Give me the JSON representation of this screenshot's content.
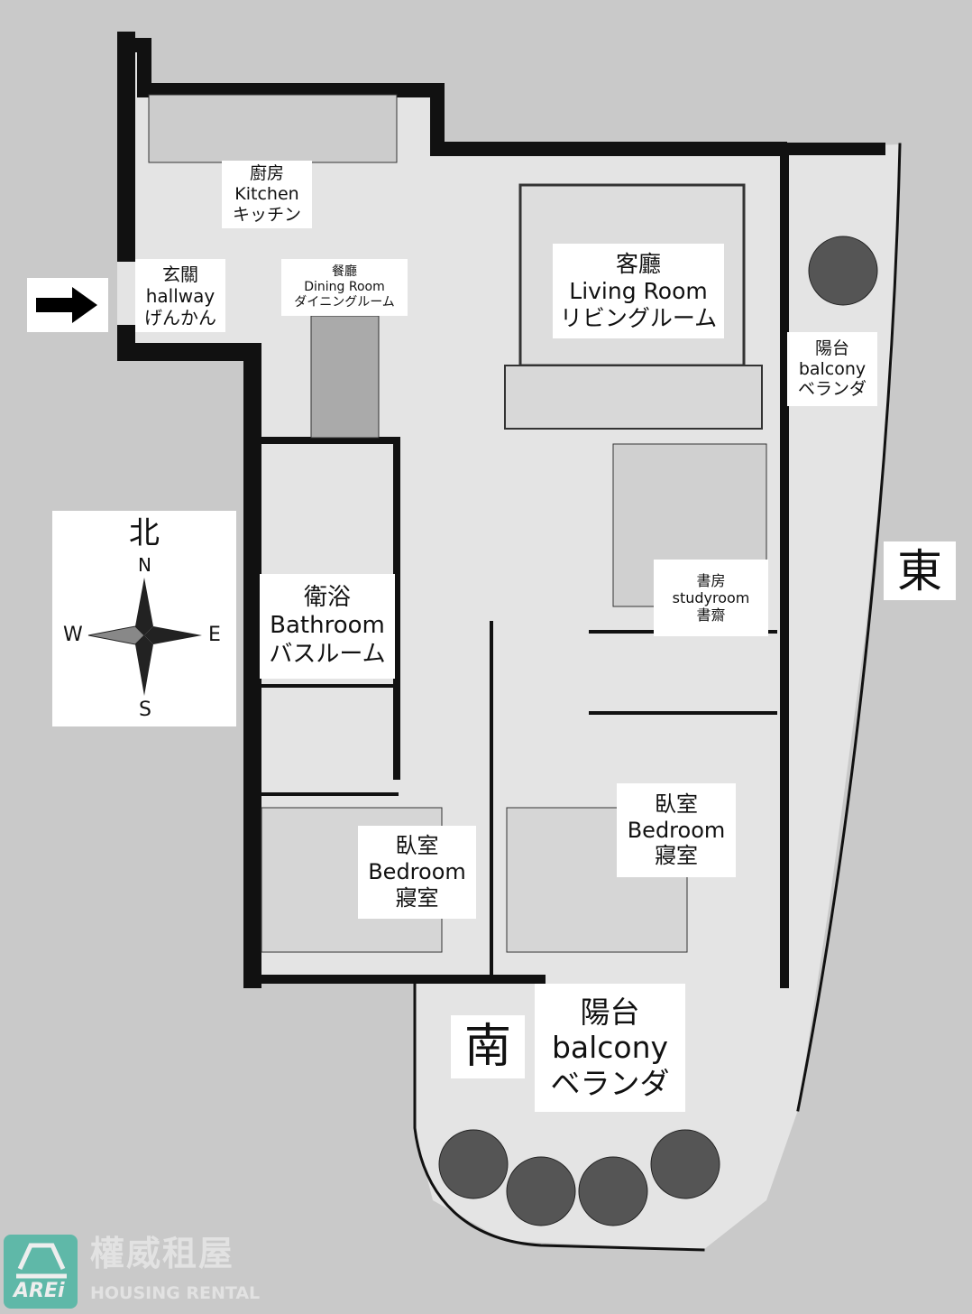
{
  "rooms": {
    "kitchen": {
      "zh": "廚房",
      "en": "Kitchen",
      "ja": "キッチン"
    },
    "hallway": {
      "zh": "玄關",
      "en": "hallway",
      "ja": "げんかん"
    },
    "dining": {
      "zh": "餐廳",
      "en": "Dining Room",
      "ja": "ダイニングルーム"
    },
    "living": {
      "zh": "客廳",
      "en": "Living Room",
      "ja": "リビングルーム"
    },
    "balcony_east": {
      "zh": "陽台",
      "en": "balcony",
      "ja": "ベランダ"
    },
    "bathroom": {
      "zh": "衛浴",
      "en": "Bathroom",
      "ja": "バスルーム"
    },
    "study": {
      "zh": "書房",
      "en": "studyroom",
      "ja": "書齋"
    },
    "bedroom_left": {
      "zh": "臥室",
      "en": "Bedroom",
      "ja": "寢室"
    },
    "bedroom_right": {
      "zh": "臥室",
      "en": "Bedroom",
      "ja": "寢室"
    },
    "balcony_south": {
      "zh": "陽台",
      "en": "balcony",
      "ja": "ベランダ"
    }
  },
  "directions": {
    "east": "東",
    "south": "南"
  },
  "compass": {
    "north_zh": "北",
    "n": "N",
    "s": "S",
    "e": "E",
    "w": "W"
  },
  "brand": {
    "logo": "AREi",
    "name_zh": "權威租屋",
    "name_en": "HOUSING RENTAL",
    "color": "#5fb8a8"
  }
}
